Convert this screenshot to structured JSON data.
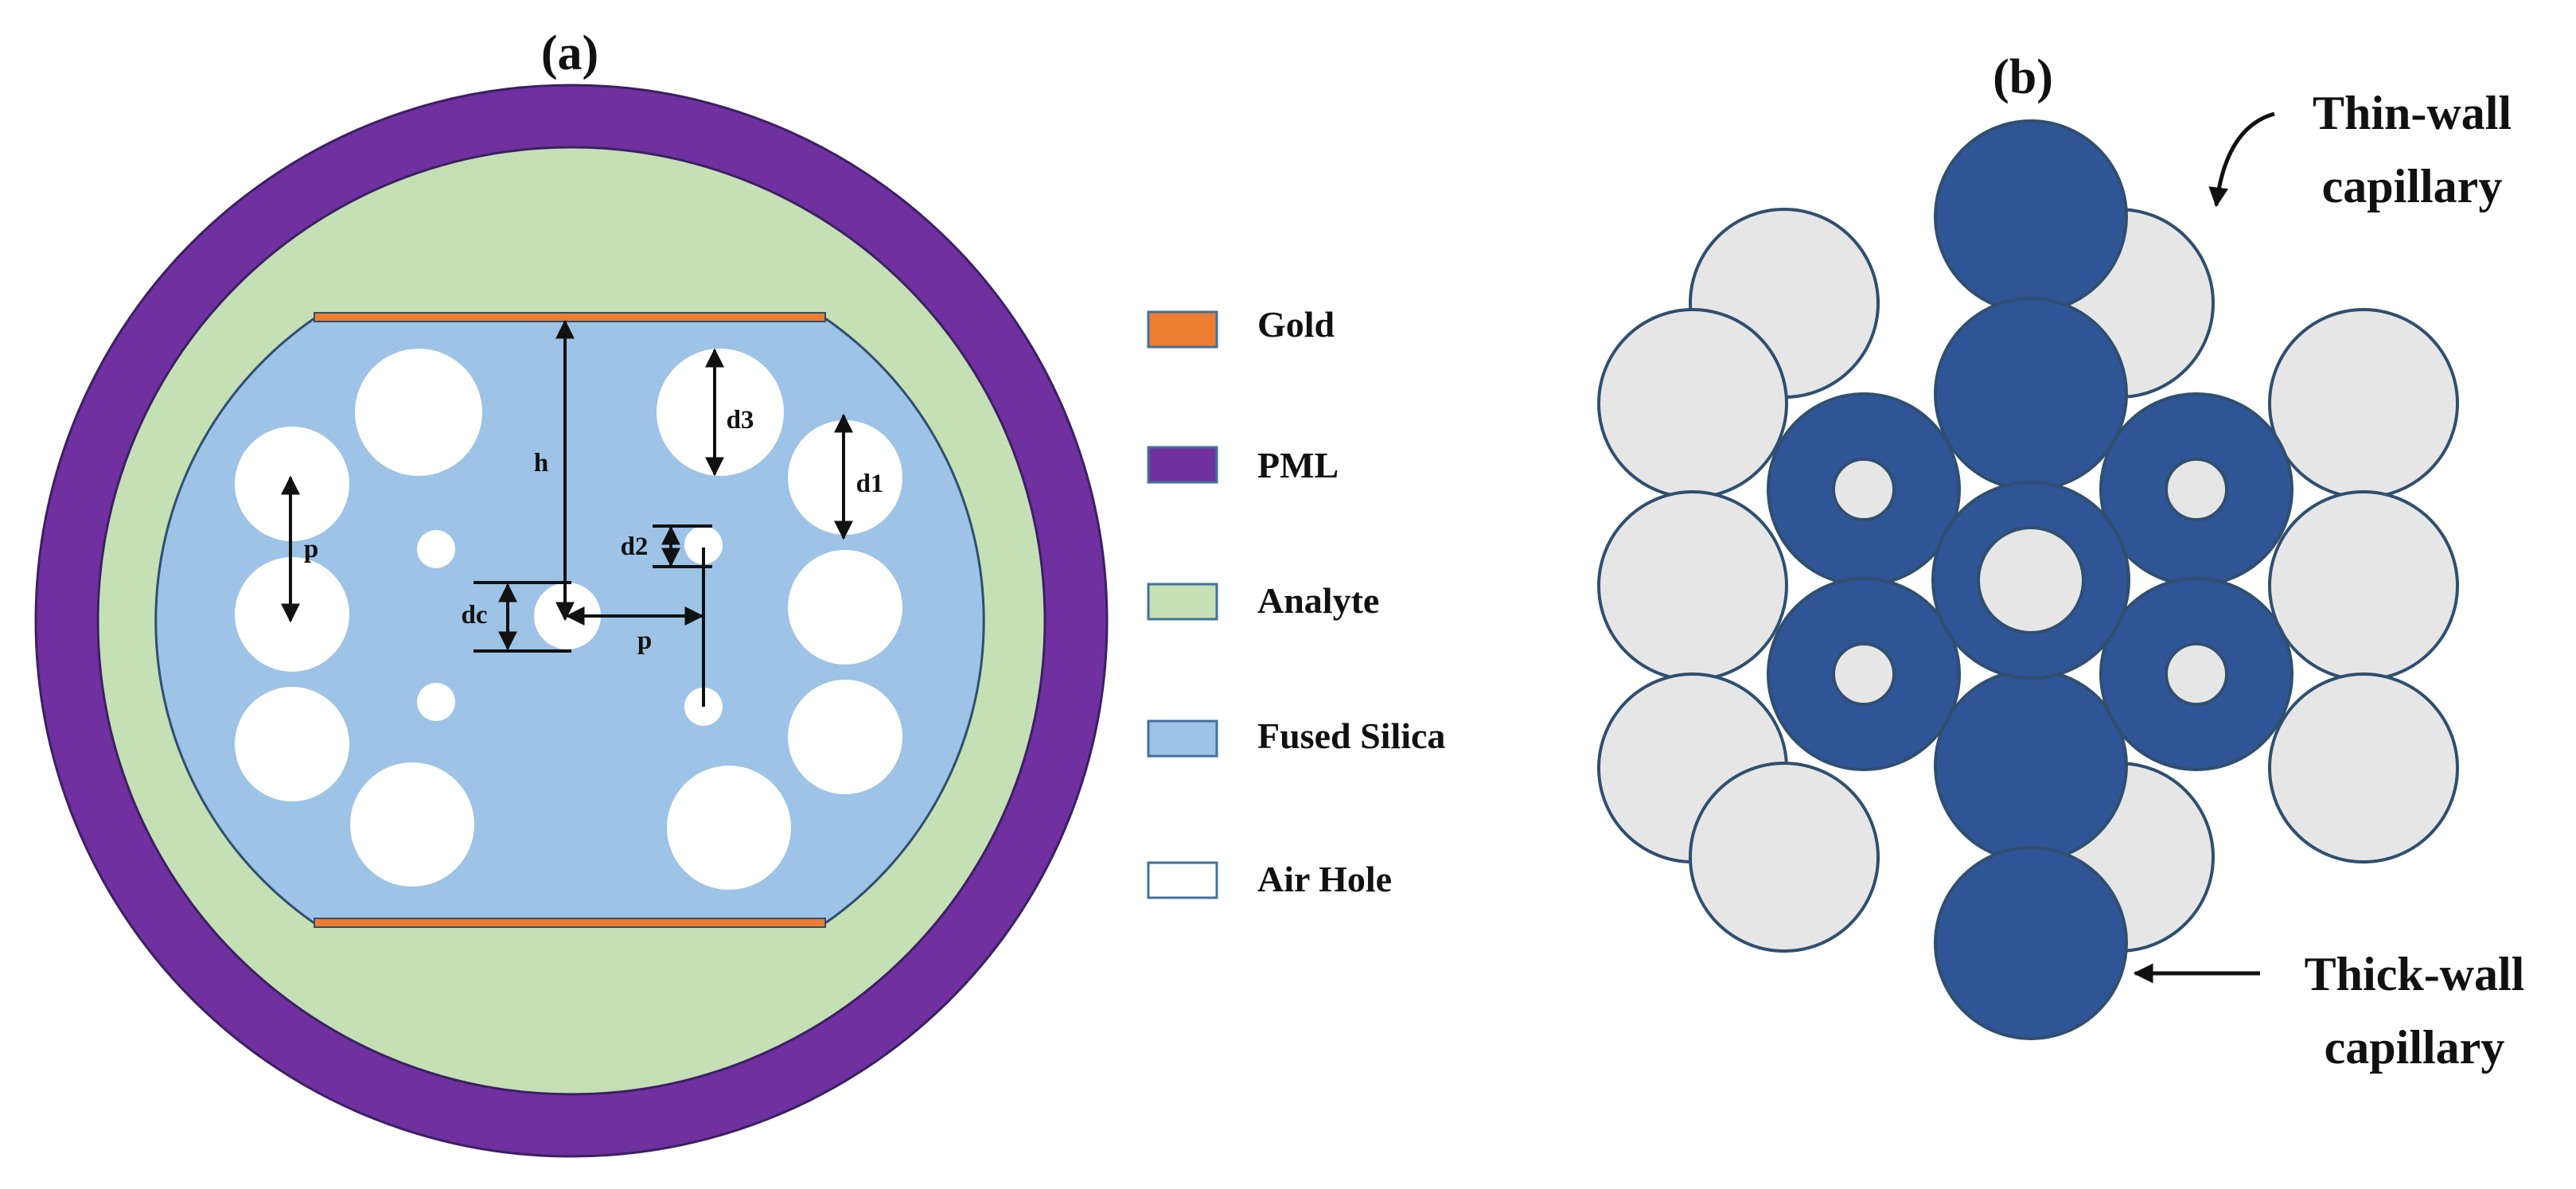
{
  "panel_a": {
    "label": "(a)",
    "dimension_labels": {
      "h": "h",
      "p_left": "p",
      "p_center": "p",
      "dc": "dc",
      "d1": "d1",
      "d2": "d2",
      "d3": "d3"
    },
    "legend": [
      {
        "label": "Gold",
        "color": "#ed7d31"
      },
      {
        "label": "PML",
        "color": "#7030a0"
      },
      {
        "label": "Analyte",
        "color": "#c5e0b4"
      },
      {
        "label": "Fused Silica",
        "color": "#9dc3e6"
      },
      {
        "label": "Air Hole",
        "color": "#ffffff"
      }
    ]
  },
  "panel_b": {
    "label": "(b)",
    "thin_wall_label": [
      "Thin-wall",
      "capillary"
    ],
    "thick_wall_label": [
      "Thick-wall",
      "capillary"
    ]
  },
  "colors": {
    "pml": "#7030a0",
    "analyte": "#c5e0b4",
    "silica": "#9dc3e6",
    "gold": "#ed7d31",
    "outline": "#2f4f6f",
    "thick_capillary": "#2f5597",
    "thin_capillary": "#e7e6e6",
    "air_hole": "#ffffff"
  }
}
